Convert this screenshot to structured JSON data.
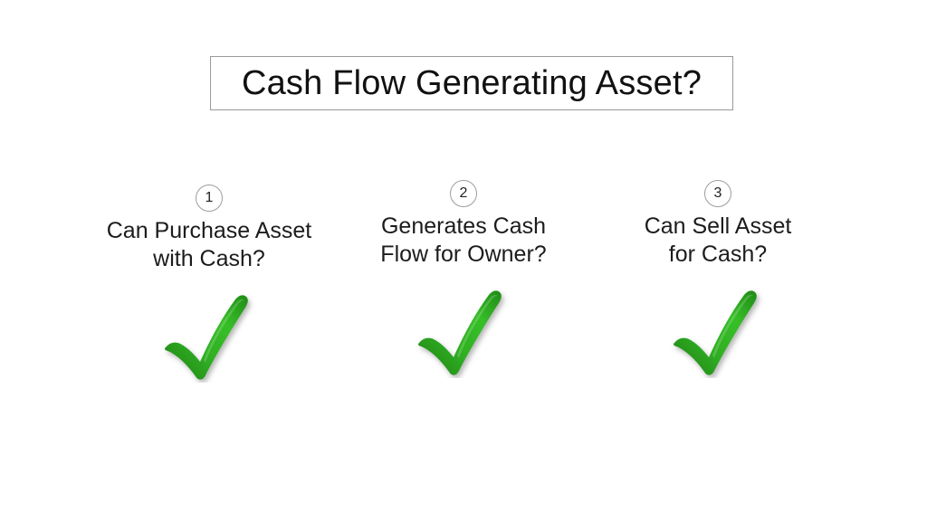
{
  "slide": {
    "background_color": "#ffffff",
    "title": {
      "text": "Cash Flow Generating Asset?",
      "border_color": "#9a9a9a",
      "text_color": "#111111"
    },
    "columns": [
      {
        "number": "1",
        "label": "Can Purchase Asset\nwith Cash?",
        "mark": "green-check",
        "mark_color": "#2aa520"
      },
      {
        "number": "2",
        "label": "Generates Cash\nFlow for Owner?",
        "mark": "green-check",
        "mark_color": "#2aa520"
      },
      {
        "number": "3",
        "label": "Can Sell Asset\nfor Cash?",
        "mark": "green-check",
        "mark_color": "#2aa520"
      }
    ]
  }
}
